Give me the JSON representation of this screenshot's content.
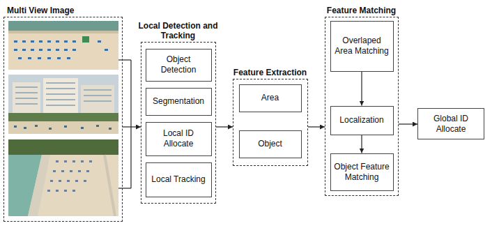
{
  "diagram": {
    "nodes": [
      {
        "text": [
          "Multi View Image"
        ]
      },
      {
        "text": [
          "Local Detection and Tracking"
        ]
      },
      {
        "text": [
          "Object Detection"
        ],
        "in": 1
      },
      {
        "text": [
          "Segmentation"
        ],
        "in": 1
      },
      {
        "text": [
          "Local ID Allocate"
        ],
        "in": 1
      },
      {
        "text": [
          "Local Tracking"
        ],
        "in": 1
      },
      {
        "text": [
          "Feature Extraction"
        ]
      },
      {
        "text": [
          "Area"
        ],
        "in": 6
      },
      {
        "text": [
          "Object"
        ],
        "in": 6
      },
      {
        "text": [
          "Feature Matching"
        ]
      },
      {
        "text": [
          "Overlaped Area Matching"
        ],
        "in": 9
      },
      {
        "text": [
          "Localization"
        ],
        "in": 9
      },
      {
        "text": [
          "Object Feature Matching"
        ],
        "in": 9
      },
      {
        "text": [
          "Global ID Allocate"
        ]
      }
    ],
    "edges": [
      {
        "from": 0,
        "to": 1,
        "arrow": "to"
      },
      {
        "from": 1,
        "to": 6,
        "arrow": "to"
      },
      {
        "from": 6,
        "to": 9,
        "arrow": "to"
      },
      {
        "from": 10,
        "to": 11,
        "arrow": "to"
      },
      {
        "from": 11,
        "to": 12,
        "arrow": "to"
      },
      {
        "from": 9,
        "to": 13,
        "arrow": "to"
      }
    ]
  }
}
